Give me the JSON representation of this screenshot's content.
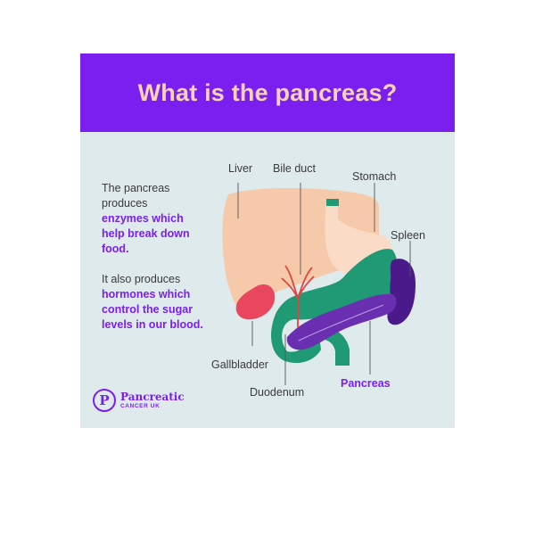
{
  "title": "What is the pancreas?",
  "intro": [
    {
      "plain": "The pancreas produces",
      "highlight": "enzymes which help break down food."
    },
    {
      "plain": "It also produces",
      "highlight": "hormones which control the sugar levels in our blood."
    }
  ],
  "labels": {
    "liver": "Liver",
    "bile_duct": "Bile duct",
    "stomach": "Stomach",
    "spleen": "Spleen",
    "gallbladder": "Gallbladder",
    "duodenum": "Duodenum",
    "pancreas": "Pancreas"
  },
  "logo": {
    "mark": "P",
    "name": "Pancreatic",
    "sub": "CANCER UK"
  },
  "colors": {
    "header_bg": "#7b1ff0",
    "title": "#f6d3b4",
    "card_bg": "#dfeaed",
    "accent": "#7b1ff0",
    "liver": "#f6c9aa",
    "stomach": "#f9dbc6",
    "gut_green": "#1f9a74",
    "spleen": "#4a1a8a",
    "pancreas": "#6a2fb0",
    "gallbladder": "#e8475f",
    "bile_duct": "#e0453f"
  }
}
